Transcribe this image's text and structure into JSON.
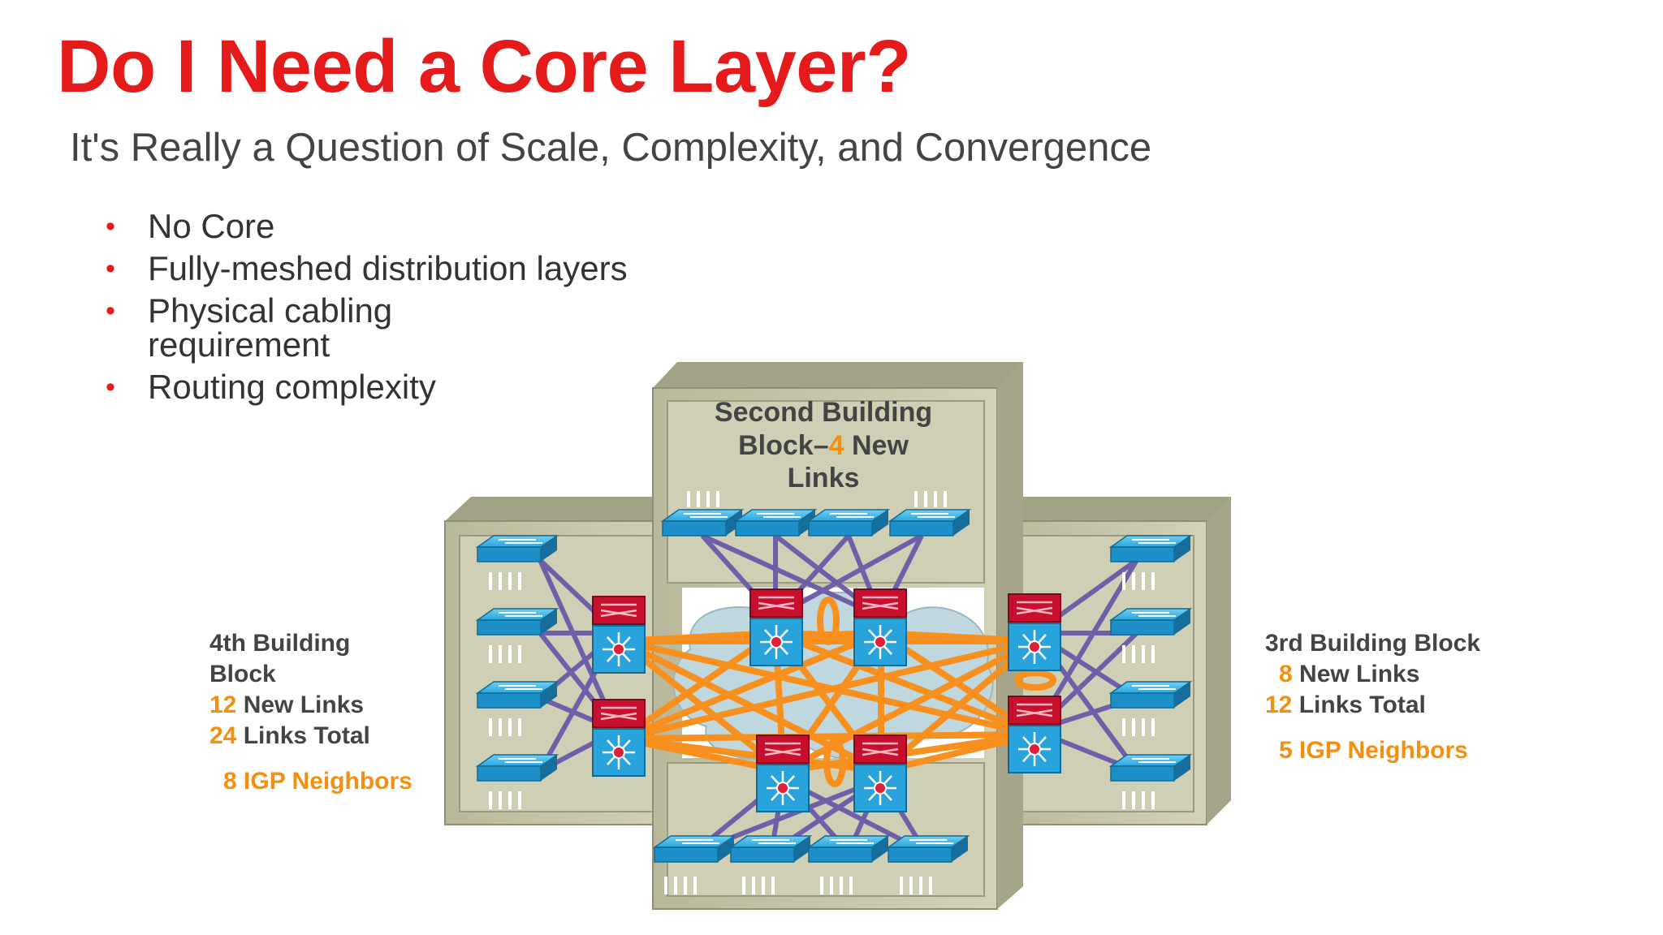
{
  "slide": {
    "title": "Do I Need a Core Layer?",
    "subtitle": "It's Really a Question of Scale, Complexity, and Convergence",
    "bullets": [
      "No Core",
      "Fully-meshed distribution layers",
      "Physical cabling requirement",
      "Routing complexity"
    ]
  },
  "diagram": {
    "second_block": {
      "line1": "Second Building",
      "line2_pre": "Block–",
      "line2_num": "4",
      "line2_post": " New",
      "line3": "Links"
    },
    "fourth_block": {
      "line1": "4th Building",
      "line2": "Block",
      "new_links_num": "12",
      "new_links_text": " New Links",
      "total_num": "24",
      "total_text": " Links Total",
      "neighbors": "8 IGP Neighbors"
    },
    "third_block": {
      "line1": "3rd Building Block",
      "new_links_num": "8",
      "new_links_text": " New Links",
      "total_num": "12",
      "total_text": " Links Total",
      "neighbors": "5 IGP Neighbors"
    }
  },
  "colors": {
    "title_red": "#e51a1a",
    "accent_orange": "#f39012",
    "label_dark": "#444444",
    "mesh_orange": "#f7901e",
    "access_purple": "#6f5fa8",
    "switch_blue": "#28a3dc",
    "router_red": "#c8102e",
    "building_tan": "#c9c8ac"
  }
}
